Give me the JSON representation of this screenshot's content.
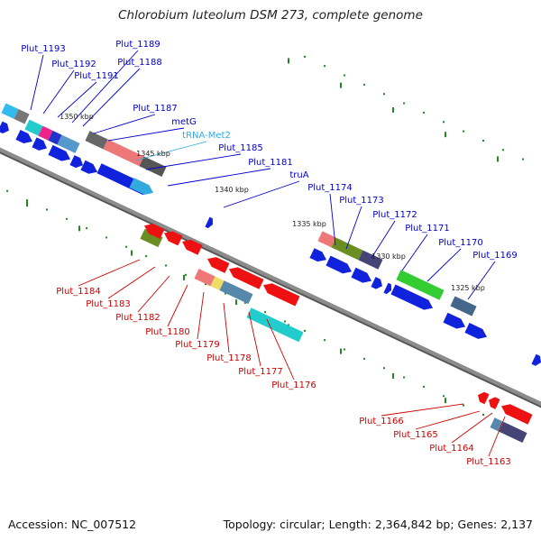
{
  "title": "Chlorobium luteolum DSM 273, complete genome",
  "footer": {
    "accession": "Accession: NC_007512",
    "stats": "Topology: circular; Length: 2,364,842 bp; Genes: 2,137"
  },
  "colors": {
    "backbone": "#8c8c8c",
    "forward_label": "#0000cc",
    "reverse_label": "#cc0000",
    "rna_label": "#33aadd",
    "tick": "#228822"
  },
  "scale_labels": [
    "1350 kbp",
    "1345 kbp",
    "1340 kbp",
    "1335 kbp",
    "1330 kbp",
    "1325 kbp"
  ],
  "forward_labels": [
    "Plut_1193",
    "Plut_1192",
    "Plut_1191",
    "Plut_1189",
    "Plut_1188",
    "Plut_1187",
    "metG",
    "tRNA-Met2",
    "Plut_1185",
    "Plut_1181",
    "truA",
    "Plut_1174",
    "Plut_1173",
    "Plut_1172",
    "Plut_1171",
    "Plut_1170",
    "Plut_1169"
  ],
  "reverse_labels": [
    "Plut_1184",
    "Plut_1183",
    "Plut_1182",
    "Plut_1180",
    "Plut_1179",
    "Plut_1178",
    "Plut_1177",
    "Plut_1176",
    "Plut_1166",
    "Plut_1165",
    "Plut_1164",
    "Plut_1163"
  ]
}
